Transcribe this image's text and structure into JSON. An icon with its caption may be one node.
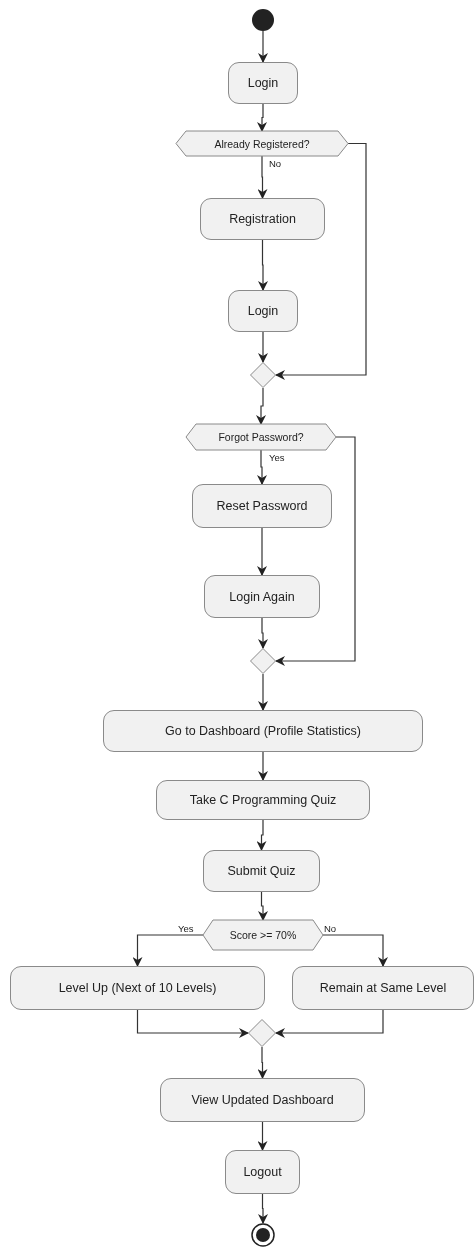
{
  "diagram": {
    "nodes": [
      {
        "text": [],
        "shape": "circle"
      },
      {
        "text": [
          "Login"
        ]
      },
      {
        "text": [
          "Already Registered?"
        ]
      },
      {
        "text": [
          "Registration"
        ]
      },
      {
        "text": [
          "Login"
        ]
      },
      {
        "text": [],
        "shape": "diamond"
      },
      {
        "text": [
          "Forgot Password?"
        ]
      },
      {
        "text": [
          "Reset Password"
        ]
      },
      {
        "text": [
          "Login Again"
        ]
      },
      {
        "text": [],
        "shape": "diamond"
      },
      {
        "text": [
          "Go to Dashboard (Profile Statistics)"
        ]
      },
      {
        "text": [
          "Take C Programming Quiz"
        ]
      },
      {
        "text": [
          "Submit Quiz"
        ]
      },
      {
        "text": [
          "Score >= 70%"
        ]
      },
      {
        "text": [
          "Level Up (Next of 10 Levels)"
        ]
      },
      {
        "text": [
          "Remain at Same Level"
        ]
      },
      {
        "text": [],
        "shape": "diamond"
      },
      {
        "text": [
          "View Updated Dashboard"
        ]
      },
      {
        "text": [
          "Logout"
        ]
      },
      {
        "text": [],
        "shape": "circle"
      }
    ],
    "edges": [
      {
        "from": 0,
        "to": 1,
        "arrow": "to"
      },
      {
        "from": 1,
        "to": 2,
        "arrow": "to"
      },
      {
        "from": 2,
        "to": 3,
        "arrow": "to",
        "label": "No"
      },
      {
        "from": 3,
        "to": 4,
        "arrow": "to"
      },
      {
        "from": 4,
        "to": 5,
        "arrow": "to"
      },
      {
        "from": 2,
        "to": 5,
        "arrow": "to"
      },
      {
        "from": 5,
        "to": 6,
        "arrow": "to"
      },
      {
        "from": 6,
        "to": 7,
        "arrow": "to",
        "label": "Yes"
      },
      {
        "from": 7,
        "to": 8,
        "arrow": "to"
      },
      {
        "from": 8,
        "to": 9,
        "arrow": "to"
      },
      {
        "from": 6,
        "to": 9,
        "arrow": "to"
      },
      {
        "from": 9,
        "to": 10,
        "arrow": "to"
      },
      {
        "from": 10,
        "to": 11,
        "arrow": "to"
      },
      {
        "from": 11,
        "to": 12,
        "arrow": "to"
      },
      {
        "from": 12,
        "to": 13,
        "arrow": "to"
      },
      {
        "from": 13,
        "to": 14,
        "arrow": "to",
        "label": "Yes"
      },
      {
        "from": 13,
        "to": 15,
        "arrow": "to",
        "label": "No"
      },
      {
        "from": 14,
        "to": 16,
        "arrow": "to"
      },
      {
        "from": 15,
        "to": 16,
        "arrow": "to"
      },
      {
        "from": 16,
        "to": 17,
        "arrow": "to"
      },
      {
        "from": 17,
        "to": 18,
        "arrow": "to"
      },
      {
        "from": 18,
        "to": 19,
        "arrow": "to"
      }
    ]
  }
}
